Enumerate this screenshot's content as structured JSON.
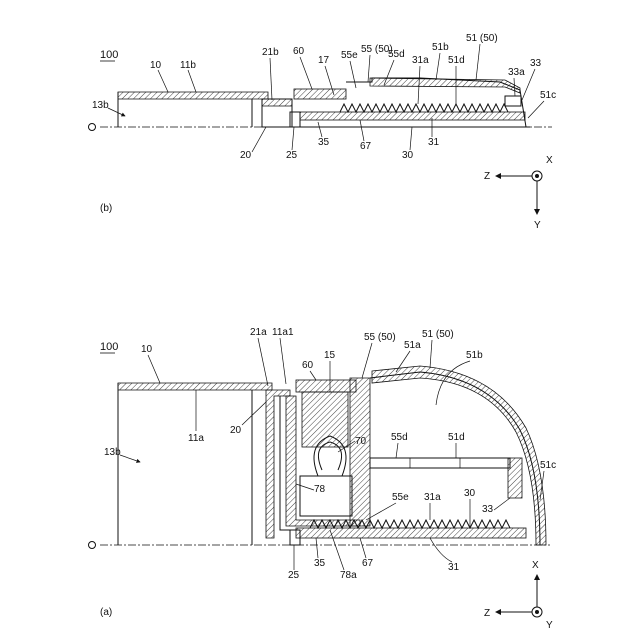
{
  "figure": {
    "ref_number": "100",
    "views": [
      {
        "id": "a",
        "caption": "(a)",
        "labels": [
          "13b",
          "10",
          "11a",
          "21a",
          "11a1",
          "20",
          "60",
          "15",
          "55 (50)",
          "51a",
          "51 (50)",
          "51b",
          "70",
          "55d",
          "51d",
          "78",
          "55e",
          "31a",
          "30",
          "33",
          "51c",
          "25",
          "35",
          "78a",
          "67",
          "31"
        ],
        "axes": {
          "z": "Z",
          "x": "X",
          "y": "Y"
        }
      },
      {
        "id": "b",
        "caption": "(b)",
        "labels": [
          "100",
          "10",
          "11b",
          "13b",
          "21b",
          "60",
          "17",
          "55e",
          "55 (50)",
          "55d",
          "31a",
          "51b",
          "51d",
          "51 (50)",
          "33a",
          "33",
          "51c",
          "20",
          "25",
          "35",
          "67",
          "30",
          "31"
        ],
        "axes": {
          "z": "Z",
          "x": "X",
          "y": "Y"
        }
      }
    ]
  }
}
